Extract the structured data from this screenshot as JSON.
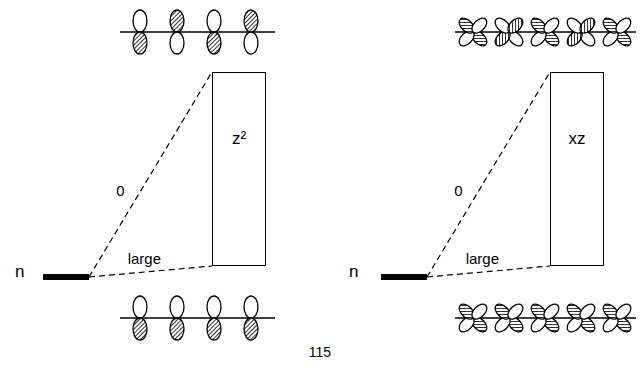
{
  "diagram": {
    "nodes": [
      {
        "text": [
          "n"
        ]
      },
      {
        "text": [
          "z²"
        ]
      },
      {
        "text": [
          "n"
        ]
      },
      {
        "text": [
          "xz"
        ]
      }
    ],
    "edges": [
      {
        "from": 0,
        "to": 1,
        "label": "0",
        "arrow": "none"
      },
      {
        "from": 0,
        "to": 1,
        "label": "large",
        "arrow": "none"
      },
      {
        "from": 2,
        "to": 3,
        "label": "0",
        "arrow": "none"
      },
      {
        "from": 2,
        "to": 3,
        "label": "large",
        "arrow": "none"
      }
    ],
    "labels": [
      "115"
    ]
  }
}
